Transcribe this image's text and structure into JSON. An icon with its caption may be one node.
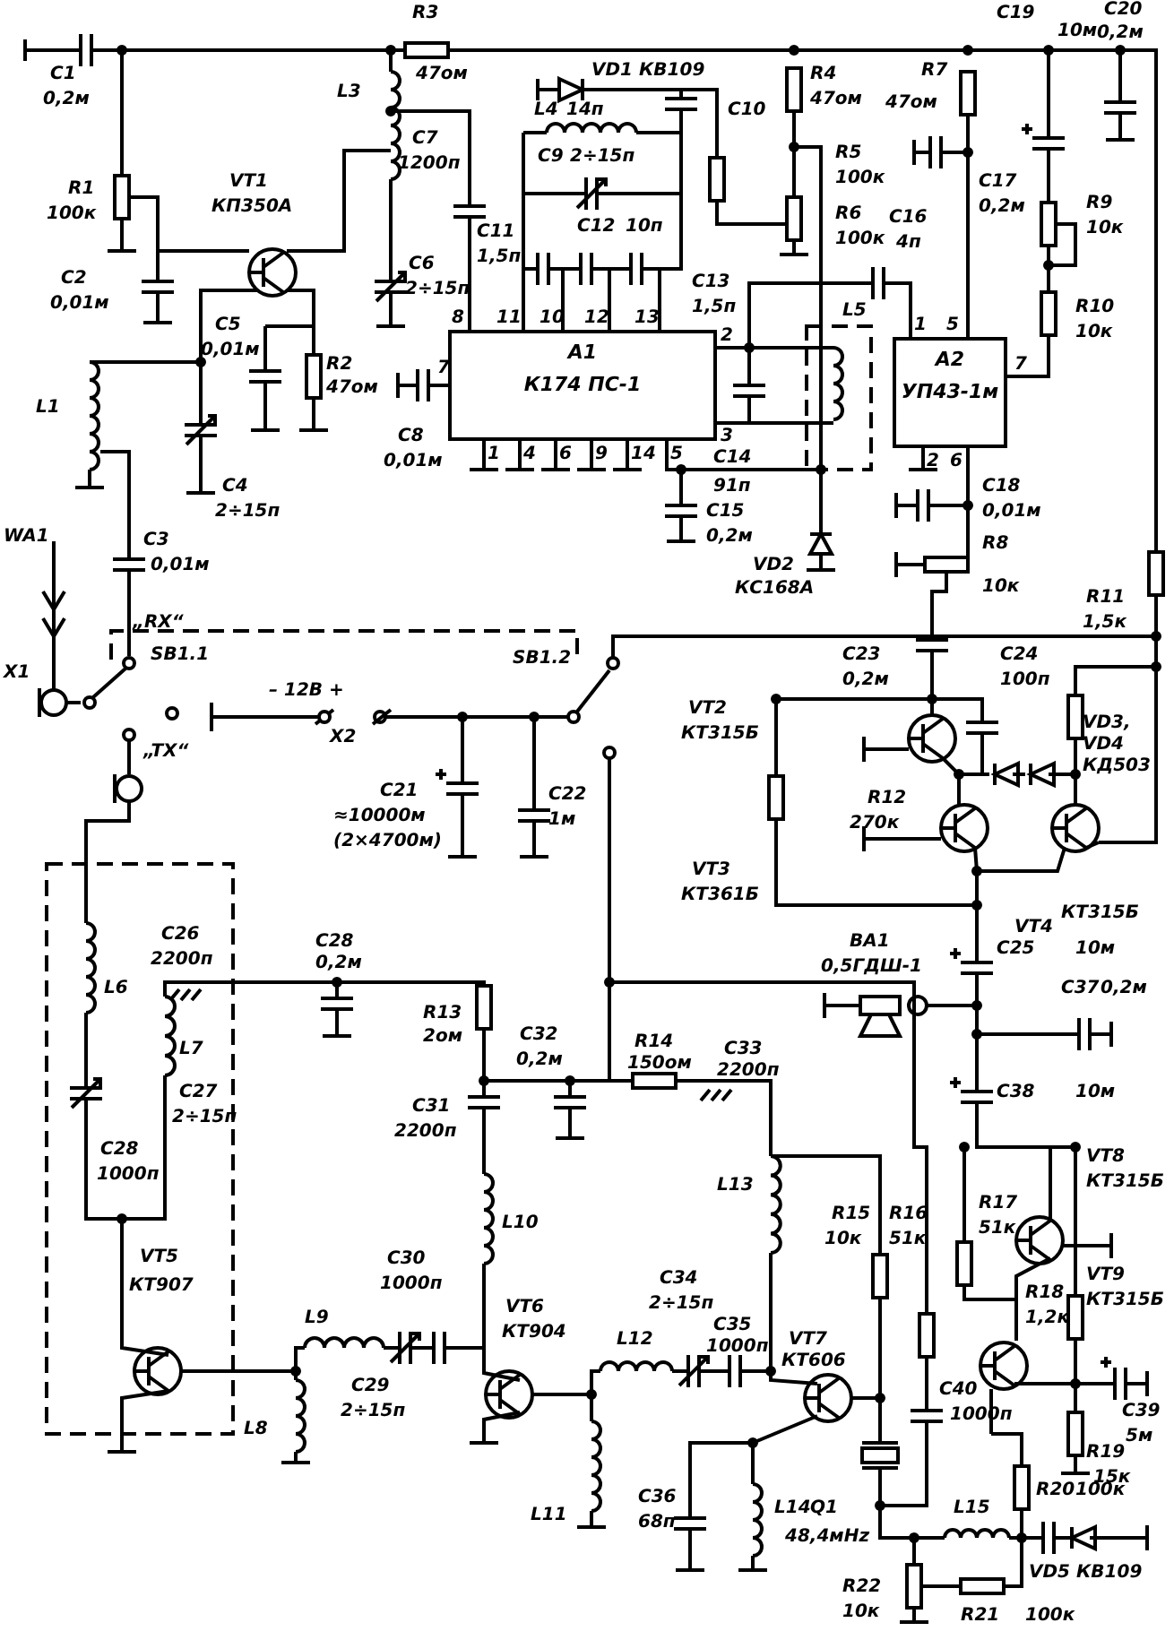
{
  "diagram": {
    "nodes": [
      {
        "text": [
          "A1",
          "К174 ПС-1"
        ]
      },
      {
        "text": [
          "A2",
          "УП43-1м"
        ]
      }
    ],
    "labels": [
      "C1",
      "0,2м",
      "R3",
      "47ом",
      "VD1 КВ109",
      "L4",
      "14п",
      "C10",
      "R4",
      "47ом",
      "R7",
      "47ом",
      "C19",
      "10м",
      "C20",
      "0,2м",
      "L3",
      "C9",
      "2÷15п",
      "R5",
      "100к",
      "C7",
      "1200п",
      "R1",
      "100к",
      "VT1",
      "КП350А",
      "C12",
      "10п",
      "R6",
      "100к",
      "C16",
      "4п",
      "C17",
      "0,2м",
      "R9",
      "10к",
      "C6",
      "2÷15п",
      "C11",
      "1,5п",
      "C13",
      "1,5п",
      "C2",
      "0,01м",
      "C5",
      "8",
      "11",
      "10",
      "12",
      "13",
      "2",
      "L5",
      "1",
      "5",
      "R10",
      "0,01м",
      "10к",
      "R2",
      "7",
      "7",
      "47ом",
      "L1",
      "C8",
      "3",
      "0,01м",
      "1",
      "4",
      "6",
      "9",
      "14",
      "5",
      "C14",
      "2",
      "6",
      "C4",
      "91п",
      "C18",
      "2÷15п",
      "C15",
      "0,01м",
      "WA1",
      "C3",
      "0,2м",
      "0,01м",
      "VD2",
      "КС168А",
      "R8",
      "10к",
      "R11",
      "„RX“",
      "1,5к",
      "SB1.1",
      "SB1.2",
      "X1",
      "C23",
      "0,2м",
      "C24",
      "100п",
      "– 12В +",
      "X2",
      "„TX“",
      "VT2",
      "КТ315Б",
      "VD3, VD4 КД503",
      "C21",
      "≈10000м",
      "(2×4700м)",
      "C22",
      "1м",
      "R12",
      "270к",
      "VT3",
      "КТ361Б",
      "VT4",
      "КТ315Б",
      "C26",
      "2200п",
      "C28",
      "0,2м",
      "ВА1",
      "0,5ГДШ-1",
      "C25",
      "10м",
      "L6",
      "C37",
      "0,2м",
      "R13",
      "2ом",
      "C32",
      "0,2м",
      "R14",
      "150ом",
      "C33",
      "2200п",
      "L7",
      "C27",
      "2÷15п",
      "C38",
      "10м",
      "C31",
      "2200п",
      "C28",
      "1000п",
      "VT8",
      "L13",
      "КТ315Б",
      "R17",
      "51к",
      "R15",
      "10к",
      "R16",
      "51к",
      "L10",
      "C30",
      "1000п",
      "VT5",
      "КТ907",
      "C34",
      "2÷15п",
      "L9",
      "R18",
      "1,2к",
      "VT9",
      "КТ315Б",
      "C35",
      "1000п",
      "VT6",
      "КТ904",
      "L12",
      "VT7",
      "КТ606",
      "C40",
      "1000п",
      "C29",
      "2÷15п",
      "C39",
      "5м",
      "L8",
      "C36",
      "68п",
      "R19",
      "15к",
      "R20",
      "100к",
      "Q1",
      "48,4мНz",
      "L14",
      "L15",
      "L11",
      "VD5 КВ109",
      "R22",
      "10к",
      "R21",
      "100к"
    ]
  }
}
